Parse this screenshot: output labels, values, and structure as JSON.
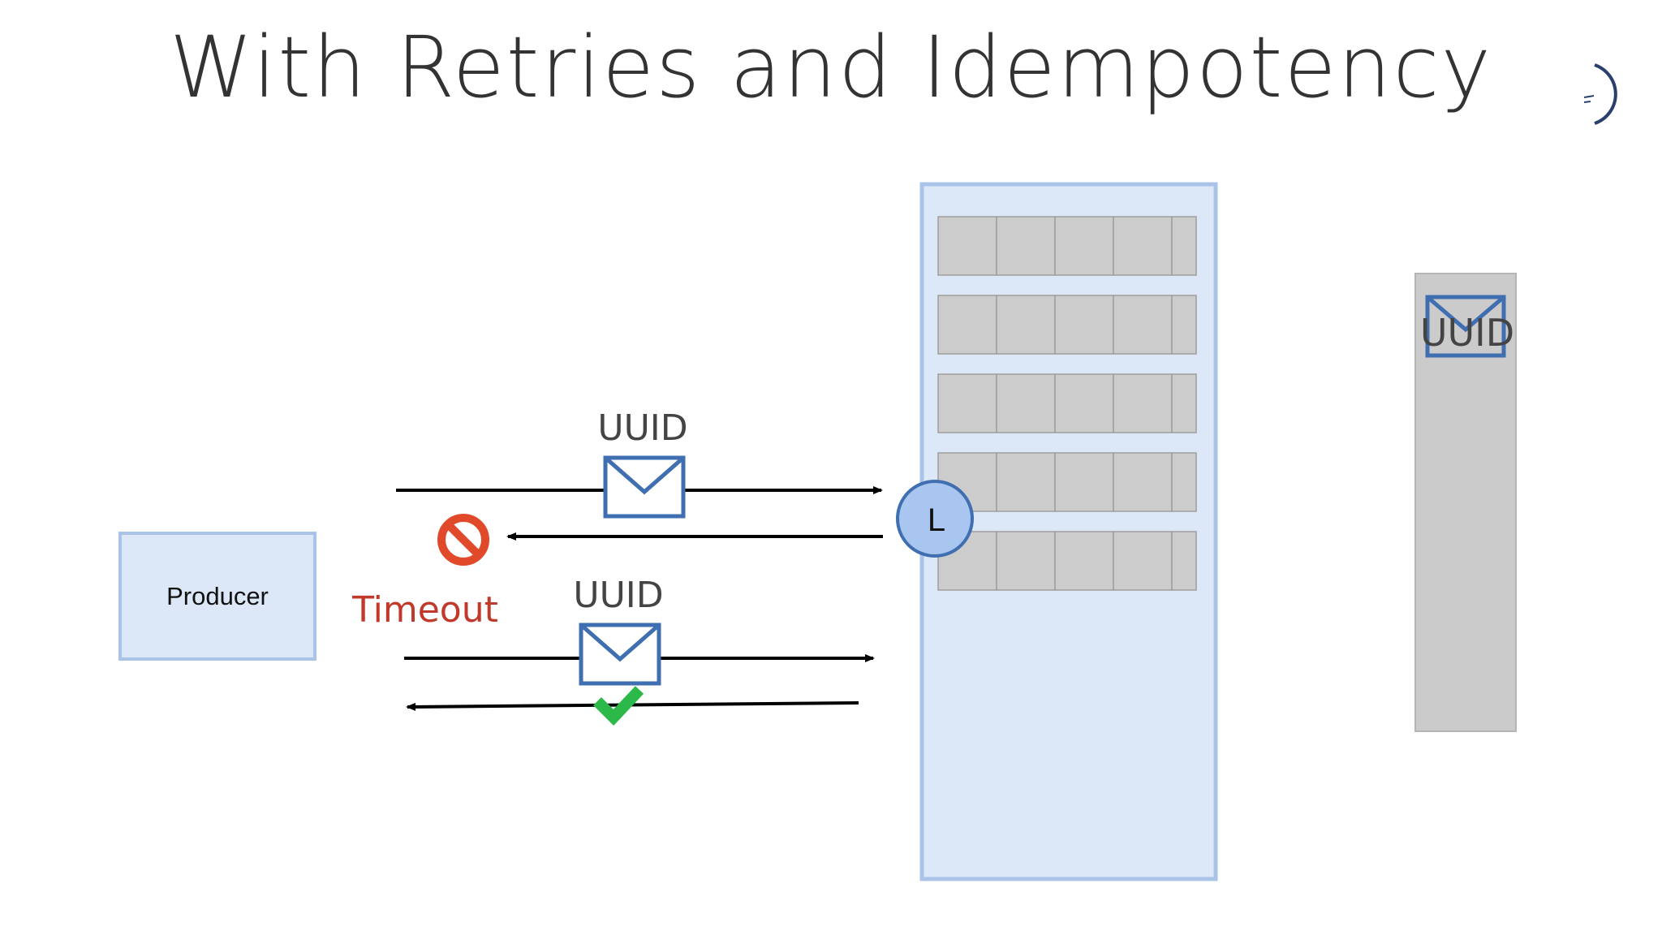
{
  "title": "With Retries and Idempotency",
  "producer": {
    "label": "Producer"
  },
  "first_attempt": {
    "message_label": "UUID"
  },
  "timeout": {
    "label": "Timeout"
  },
  "retry_attempt": {
    "message_label": "UUID"
  },
  "leader": {
    "label": "L"
  },
  "partition_log": {
    "rows": 5,
    "cells_per_row": 5
  },
  "stored_message": {
    "label": "UUID"
  },
  "colors": {
    "broker_fill": "#dce8f7",
    "broker_border": "#a9c4e8",
    "cell_fill": "#cccccc",
    "envelope_border": "#3f6fb0",
    "leader_fill": "#a8c6ef",
    "timeout_red": "#c0392b",
    "prohibit_red": "#e04a2a",
    "check_green": "#2db84a",
    "store_fill": "#cbcbcb"
  }
}
